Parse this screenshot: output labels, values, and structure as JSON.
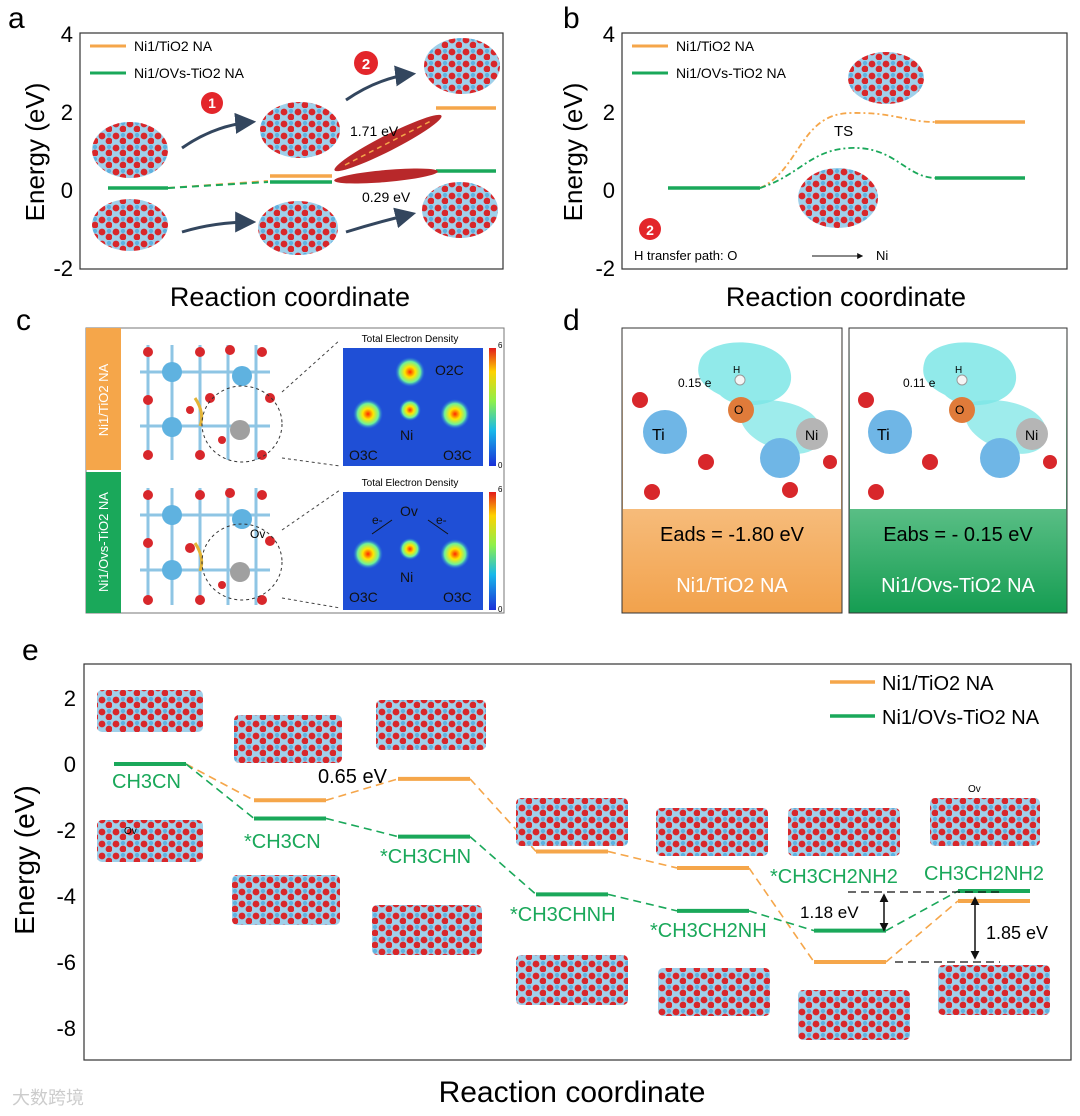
{
  "panels": {
    "a": "a",
    "b": "b",
    "c": "c",
    "d": "d",
    "e": "e"
  },
  "energy_axis_label": "Energy (eV)",
  "reaction_coordinate_label": "Reaction coordinate",
  "series": {
    "orange": "Ni1/TiO2 NA",
    "green": "Ni1/OVs-TiO2 NA",
    "orange_color": "#f5a64a",
    "green_color": "#1aa85a"
  },
  "panel_a": {
    "step1": "1",
    "step2": "2",
    "barrier_orange": "1.71 eV",
    "barrier_green": "0.29 eV"
  },
  "panel_b": {
    "ts_label": "TS",
    "step": "2",
    "path_label": "H transfer path: O",
    "path_end": "Ni"
  },
  "panel_c": {
    "row1_label": "Ni1/TiO2 NA",
    "row2_label": "Ni1/Ovs-TiO2 NA",
    "density_title": "Total Electron Density",
    "cbar_max": "6",
    "cbar_min": "0",
    "o2c": "O2C",
    "ni": "Ni",
    "o3c": "O3C",
    "ov": "Ov",
    "e": "e-"
  },
  "panel_d": {
    "left_charge": "0.15 e",
    "right_charge": "0.11 e",
    "ti": "Ti",
    "ni": "Ni",
    "o": "O",
    "h": "H",
    "left_energy": "Eads = -1.80 eV",
    "right_energy": "Eabs = - 0.15 eV",
    "left_label": "Ni1/TiO2 NA",
    "right_label": "Ni1/Ovs-TiO2 NA",
    "left_color": "#f5a64a",
    "right_color": "#1aa85a"
  },
  "panel_e": {
    "barrier_065": "0.65 eV",
    "barrier_118": "1.18 eV",
    "barrier_185": "1.85 eV",
    "ov_label": "Ov",
    "species": [
      "CH3CN",
      "*CH3CN",
      "*CH3CHN",
      "*CH3CHNH",
      "*CH3CH2NH",
      "*CH3CH2NH2",
      "CH3CH2NH2"
    ]
  },
  "watermark": "大数跨境",
  "chart_data": [
    {
      "type": "line",
      "title": "",
      "xlabel": "Reaction coordinate",
      "ylabel": "Energy (eV)",
      "ylim": [
        -2,
        4
      ],
      "yticks": [
        -2,
        0,
        2,
        4
      ],
      "series": [
        {
          "name": "Ni1/TiO2 NA",
          "values": [
            0,
            0.25,
            2.05
          ]
        },
        {
          "name": "Ni1/OVs-TiO2 NA",
          "values": [
            0,
            0.25,
            0.5
          ]
        }
      ],
      "annotations": [
        "1.71 eV",
        "0.29 eV"
      ]
    },
    {
      "type": "line",
      "title": "",
      "xlabel": "Reaction coordinate",
      "ylabel": "Energy (eV)",
      "ylim": [
        -2,
        4
      ],
      "yticks": [
        -2,
        0,
        2,
        4
      ],
      "series": [
        {
          "name": "Ni1/TiO2 NA",
          "values": [
            0,
            1.95,
            1.71
          ]
        },
        {
          "name": "Ni1/OVs-TiO2 NA",
          "values": [
            0,
            1.05,
            0.29
          ]
        }
      ],
      "annotations": [
        "TS"
      ]
    },
    {
      "type": "line",
      "title": "",
      "xlabel": "Reaction coordinate",
      "ylabel": "Energy (eV)",
      "ylim": [
        -9,
        3
      ],
      "yticks": [
        -8,
        -6,
        -4,
        -2,
        0,
        2
      ],
      "categories": [
        "CH3CN",
        "*CH3CN",
        "*CH3CHN",
        "*CH3CHNH",
        "*CH3CH2NH",
        "*CH3CH2NH2",
        "CH3CH2NH2"
      ],
      "series": [
        {
          "name": "Ni1/TiO2 NA",
          "values": [
            0,
            -1.1,
            -0.45,
            -2.65,
            -3.15,
            -6.0,
            -4.15
          ]
        },
        {
          "name": "Ni1/OVs-TiO2 NA",
          "values": [
            0,
            -1.65,
            -2.2,
            -3.95,
            -4.45,
            -5.05,
            -3.85
          ]
        }
      ],
      "annotations": [
        "0.65 eV",
        "1.18 eV",
        "1.85 eV"
      ]
    }
  ]
}
